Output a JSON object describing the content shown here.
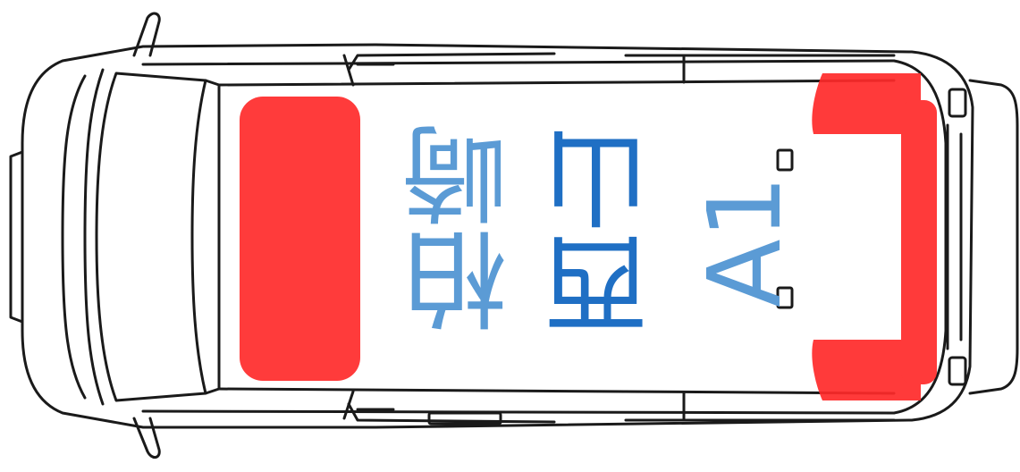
{
  "label": {
    "line1": "柏崎",
    "line2": "西山",
    "line3": "A1"
  },
  "colors": {
    "outline": "#1a1a1a",
    "red_zone": "#ff2a2a",
    "text_light_blue": "#5b9bd5",
    "text_dark_blue": "#1f6fc4",
    "background": "#ffffff"
  }
}
